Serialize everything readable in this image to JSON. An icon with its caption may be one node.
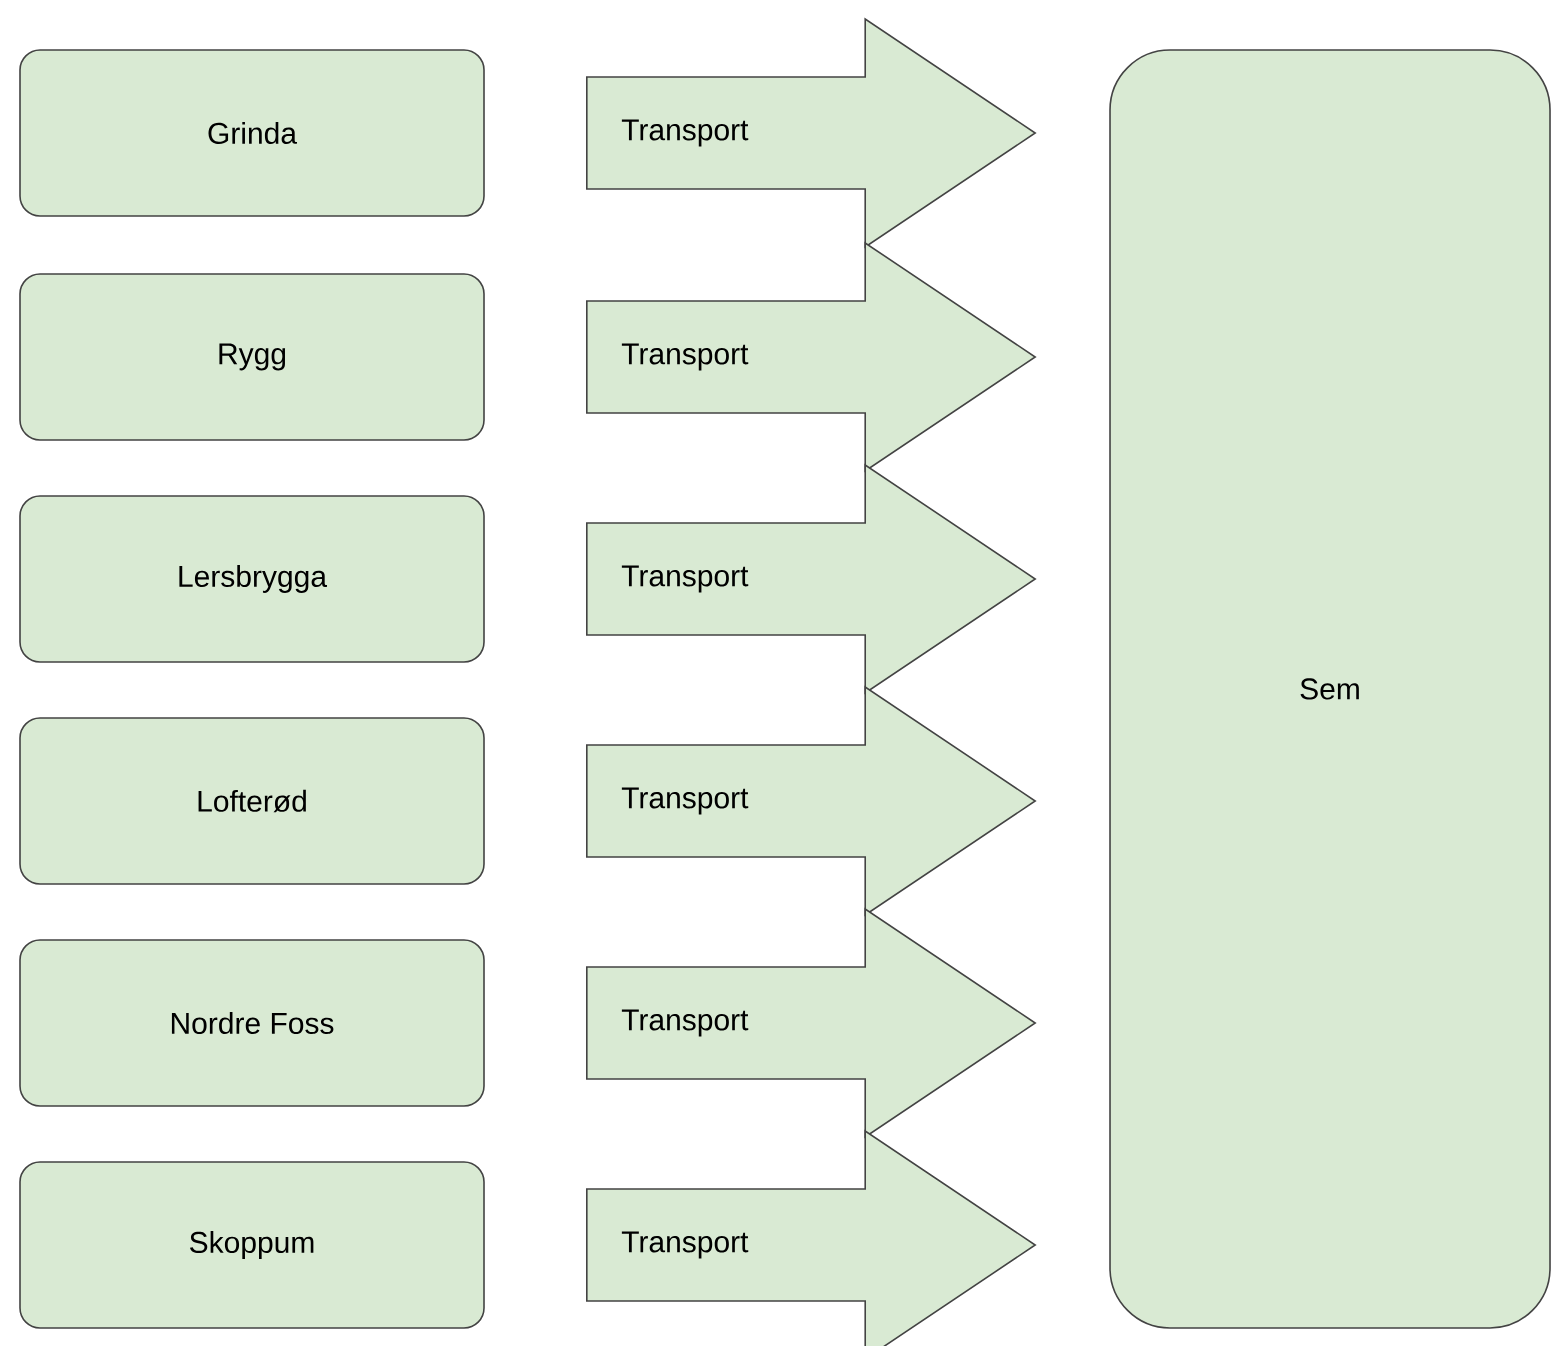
{
  "diagram": {
    "nodes": [
      {
        "text": [
          "Grinda"
        ]
      },
      {
        "text": [
          "Rygg"
        ]
      },
      {
        "text": [
          "Lersbrygga"
        ]
      },
      {
        "text": [
          "Lofterød"
        ]
      },
      {
        "text": [
          "Nordre Foss"
        ]
      },
      {
        "text": [
          "Skoppum"
        ]
      },
      {
        "text": [
          "Sem"
        ]
      }
    ],
    "edges": [
      {
        "from": 0,
        "to": 6,
        "arrow": "to",
        "label": "Transport"
      },
      {
        "from": 1,
        "to": 6,
        "arrow": "to",
        "label": "Transport"
      },
      {
        "from": 2,
        "to": 6,
        "arrow": "to",
        "label": "Transport"
      },
      {
        "from": 3,
        "to": 6,
        "arrow": "to",
        "label": "Transport"
      },
      {
        "from": 4,
        "to": 6,
        "arrow": "to",
        "label": "Transport"
      },
      {
        "from": 5,
        "to": 6,
        "arrow": "to",
        "label": "Transport"
      }
    ]
  }
}
